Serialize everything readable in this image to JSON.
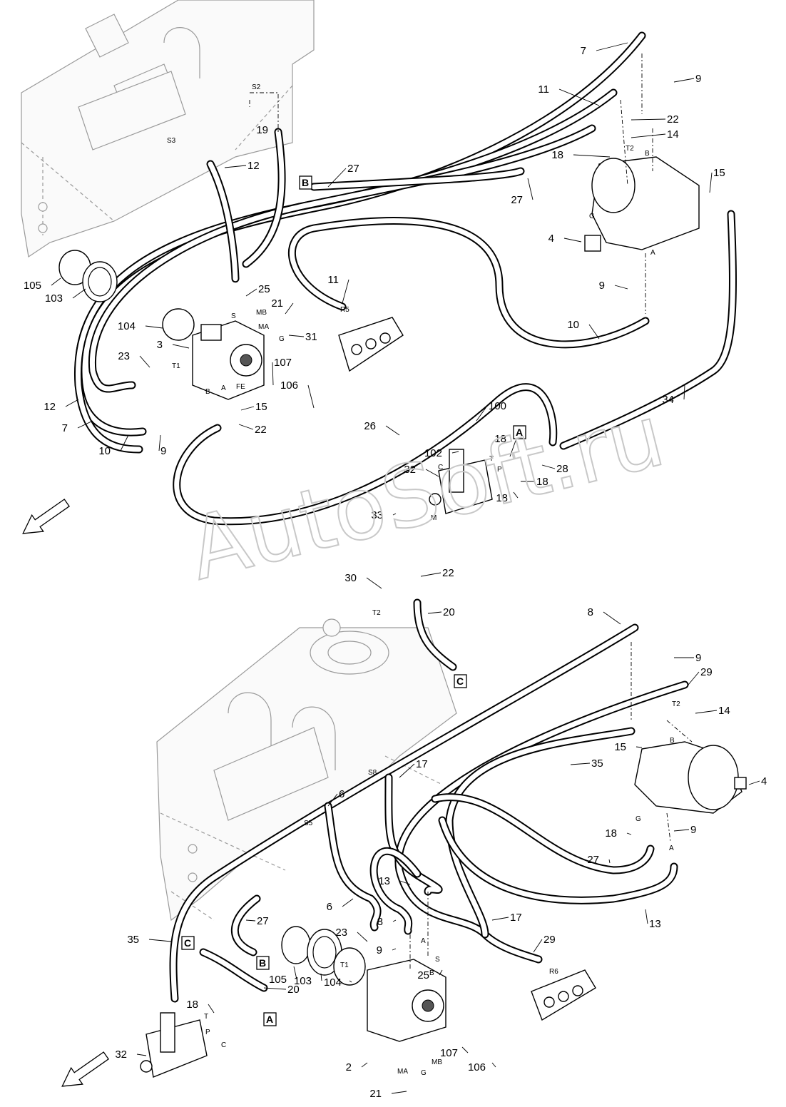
{
  "callouts": [
    "7",
    "9",
    "11",
    "22",
    "14",
    "18",
    "19",
    "12",
    "27",
    "27",
    "15",
    "4",
    "105",
    "103",
    "25",
    "21",
    "11",
    "9",
    "104",
    "3",
    "31",
    "10",
    "107",
    "23",
    "106",
    "12",
    "15",
    "22",
    "7",
    "10",
    "9",
    "100",
    "26",
    "102",
    "18",
    "28",
    "32",
    "18",
    "18",
    "33",
    "34",
    "30",
    "22",
    "20",
    "8",
    "9",
    "29",
    "14",
    "15",
    "35",
    "4",
    "17",
    "6",
    "18",
    "9",
    "13",
    "27",
    "17",
    "6",
    "8",
    "13",
    "23",
    "9",
    "29",
    "27",
    "35",
    "105",
    "103",
    "104",
    "25",
    "20",
    "18",
    "107",
    "2",
    "106",
    "21",
    "32"
  ],
  "port_labels": [
    "S2",
    "S3",
    "T2",
    "B",
    "G",
    "A",
    "S",
    "MB",
    "MA",
    "G",
    "T1",
    "B",
    "A",
    "FE",
    "R5",
    "C",
    "T",
    "P",
    "M",
    "T2",
    "T2",
    "B",
    "S8",
    "G",
    "A",
    "S5",
    "A",
    "T1",
    "B",
    "S",
    "R6",
    "T",
    "P",
    "C",
    "MA",
    "G",
    "MB"
  ],
  "box_labels": [
    "B",
    "A",
    "C",
    "C",
    "B",
    "A"
  ],
  "watermark": "AutoSoft.ru",
  "icons": [
    "direction-arrow-icon",
    "direction-arrow-icon"
  ]
}
